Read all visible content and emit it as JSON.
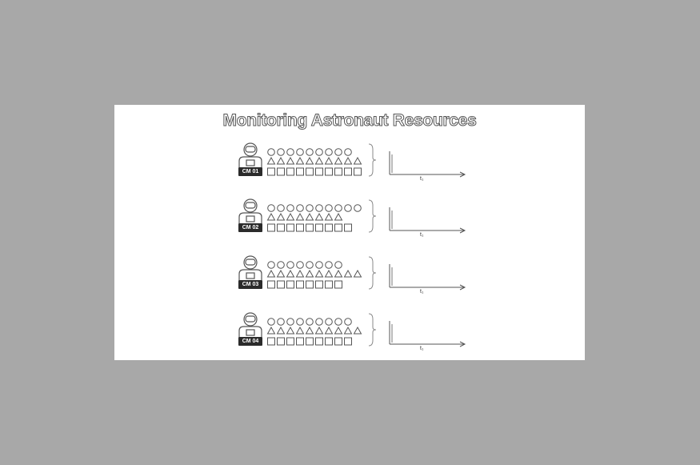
{
  "title": "Monitoring Astronaut Resources",
  "rows": [
    {
      "crew": "CM 01",
      "circles": 9,
      "triangles": 10,
      "squares": 10,
      "t_label": "t₁"
    },
    {
      "crew": "CM 02",
      "circles": 10,
      "triangles": 8,
      "squares": 9,
      "t_label": "t₁"
    },
    {
      "crew": "CM 03",
      "circles": 8,
      "triangles": 10,
      "squares": 8,
      "t_label": "t₁"
    },
    {
      "crew": "CM 04",
      "circles": 9,
      "triangles": 10,
      "squares": 9,
      "t_label": "t₁"
    }
  ],
  "colors": {
    "background": "#a8a8a8",
    "slide": "#ffffff",
    "stroke": "#555555",
    "badge": "#2b2b2b"
  }
}
